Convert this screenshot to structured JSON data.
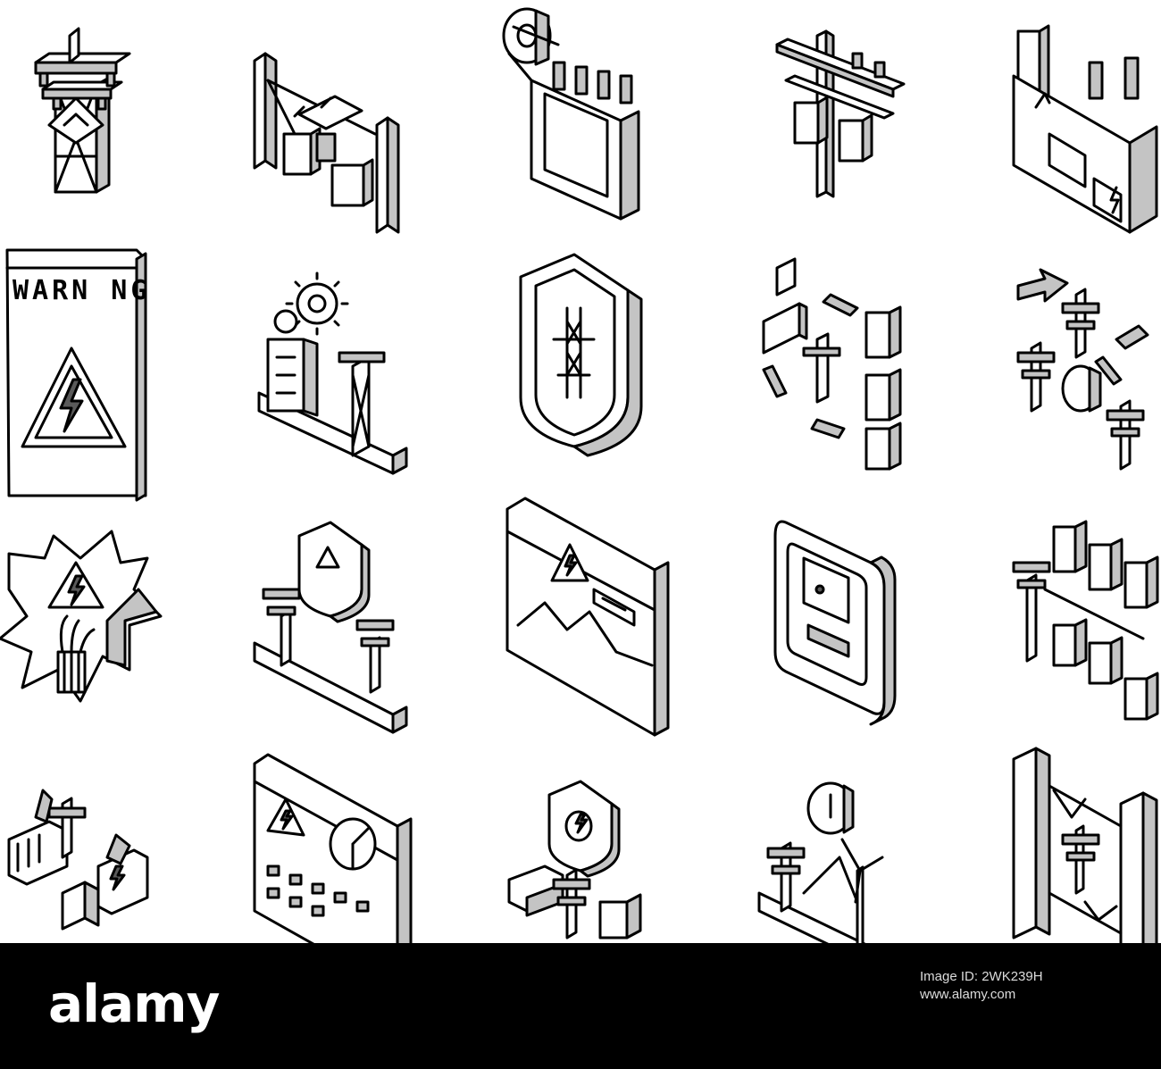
{
  "warning_panel_text": "WARN NG",
  "footer": {
    "logo": "alamy",
    "image_id_label": "Image ID: 2WK239H",
    "url": "www.alamy.com"
  },
  "colors": {
    "background": "#ffffff",
    "line": "#000000",
    "fill_gray": "#c4c4c4",
    "footer_bg": "#000000",
    "footer_text": "#ffffff"
  },
  "icons": [
    "power-tower-icon",
    "substation-icon",
    "cable-reel-transformer-icon",
    "utility-pole-transformer-icon",
    "power-plant-building-icon",
    "warning-sign-board-icon",
    "engineer-gear-tower-icon",
    "shield-tower-icon",
    "power-grid-network-icon",
    "tower-distribution-icon",
    "electric-explosion-icon",
    "shielded-power-line-icon",
    "warning-landscape-panel-icon",
    "electric-meter-icon",
    "power-lines-buildings-icon",
    "energy-flow-buildings-icon",
    "control-dashboard-icon",
    "protected-factory-line-icon",
    "wind-turbine-tower-icon",
    "city-power-lines-icon"
  ]
}
